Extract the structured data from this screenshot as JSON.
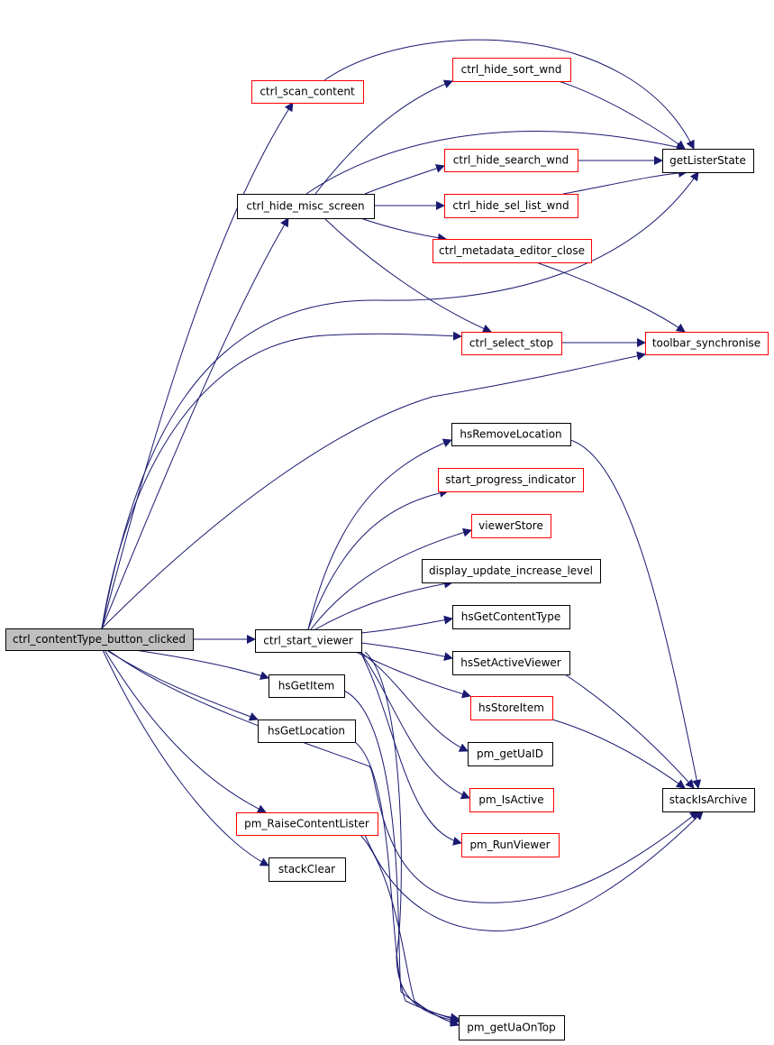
{
  "colors": {
    "edge": "#191970",
    "arrow": "#191970",
    "border_default": "#000000",
    "border_red": "#ff0000",
    "fill_root": "#bfbfbf",
    "fill_node": "#ffffff",
    "text": "#000000"
  },
  "nodes": [
    {
      "id": "root",
      "label": "ctrl_contentType_button_clicked",
      "border": "black",
      "root": true
    },
    {
      "id": "scan",
      "label": "ctrl_scan_content",
      "border": "red"
    },
    {
      "id": "misc",
      "label": "ctrl_hide_misc_screen",
      "border": "black"
    },
    {
      "id": "sortwnd",
      "label": "ctrl_hide_sort_wnd",
      "border": "red"
    },
    {
      "id": "searchwnd",
      "label": "ctrl_hide_search_wnd",
      "border": "red"
    },
    {
      "id": "sellist",
      "label": "ctrl_hide_sel_list_wnd",
      "border": "red"
    },
    {
      "id": "meta",
      "label": "ctrl_metadata_editor_close",
      "border": "red"
    },
    {
      "id": "getLister",
      "label": "getListerState",
      "border": "black"
    },
    {
      "id": "selstop",
      "label": "ctrl_select_stop",
      "border": "red"
    },
    {
      "id": "toolbar",
      "label": "toolbar_synchronise",
      "border": "red"
    },
    {
      "id": "hsRemove",
      "label": "hsRemoveLocation",
      "border": "black"
    },
    {
      "id": "progress",
      "label": "start_progress_indicator",
      "border": "red"
    },
    {
      "id": "viewerStore",
      "label": "viewerStore",
      "border": "red"
    },
    {
      "id": "display",
      "label": "display_update_increase_level",
      "border": "black"
    },
    {
      "id": "hsGetCT",
      "label": "hsGetContentType",
      "border": "black"
    },
    {
      "id": "startViewer",
      "label": "ctrl_start_viewer",
      "border": "black"
    },
    {
      "id": "hsSetActive",
      "label": "hsSetActiveViewer",
      "border": "black"
    },
    {
      "id": "hsGetItem",
      "label": "hsGetItem",
      "border": "black"
    },
    {
      "id": "hsStoreItem",
      "label": "hsStoreItem",
      "border": "red"
    },
    {
      "id": "hsGetLoc",
      "label": "hsGetLocation",
      "border": "black"
    },
    {
      "id": "pmGetUaID",
      "label": "pm_getUaID",
      "border": "black"
    },
    {
      "id": "pmIsActive",
      "label": "pm_IsActive",
      "border": "red"
    },
    {
      "id": "stackIsArchive",
      "label": "stackIsArchive",
      "border": "black"
    },
    {
      "id": "pmRaise",
      "label": "pm_RaiseContentLister",
      "border": "red"
    },
    {
      "id": "pmRunViewer",
      "label": "pm_RunViewer",
      "border": "red"
    },
    {
      "id": "stackClear",
      "label": "stackClear",
      "border": "black"
    },
    {
      "id": "pmGetUaOnTop",
      "label": "pm_getUaOnTop",
      "border": "black"
    }
  ],
  "edges": [
    {
      "from": "root",
      "to": "scan"
    },
    {
      "from": "root",
      "to": "misc"
    },
    {
      "from": "root",
      "to": "getLister"
    },
    {
      "from": "root",
      "to": "selstop"
    },
    {
      "from": "root",
      "to": "toolbar"
    },
    {
      "from": "root",
      "to": "startViewer"
    },
    {
      "from": "root",
      "to": "hsGetItem"
    },
    {
      "from": "root",
      "to": "hsGetLoc"
    },
    {
      "from": "root",
      "to": "pmRaise"
    },
    {
      "from": "root",
      "to": "stackClear"
    },
    {
      "from": "root",
      "to": "stackIsArchive"
    },
    {
      "from": "scan",
      "to": "getLister"
    },
    {
      "from": "misc",
      "to": "sortwnd"
    },
    {
      "from": "misc",
      "to": "getLister"
    },
    {
      "from": "misc",
      "to": "searchwnd"
    },
    {
      "from": "misc",
      "to": "sellist"
    },
    {
      "from": "misc",
      "to": "meta"
    },
    {
      "from": "misc",
      "to": "selstop"
    },
    {
      "from": "sortwnd",
      "to": "getLister"
    },
    {
      "from": "searchwnd",
      "to": "getLister"
    },
    {
      "from": "sellist",
      "to": "getLister"
    },
    {
      "from": "meta",
      "to": "toolbar"
    },
    {
      "from": "selstop",
      "to": "toolbar"
    },
    {
      "from": "startViewer",
      "to": "hsRemove"
    },
    {
      "from": "startViewer",
      "to": "progress"
    },
    {
      "from": "startViewer",
      "to": "viewerStore"
    },
    {
      "from": "startViewer",
      "to": "display"
    },
    {
      "from": "startViewer",
      "to": "hsGetCT"
    },
    {
      "from": "startViewer",
      "to": "hsSetActive"
    },
    {
      "from": "startViewer",
      "to": "hsStoreItem"
    },
    {
      "from": "startViewer",
      "to": "pmGetUaID"
    },
    {
      "from": "startViewer",
      "to": "pmIsActive"
    },
    {
      "from": "startViewer",
      "to": "pmRunViewer"
    },
    {
      "from": "startViewer",
      "to": "pmGetUaOnTop"
    },
    {
      "from": "hsRemove",
      "to": "stackIsArchive"
    },
    {
      "from": "hsSetActive",
      "to": "stackIsArchive"
    },
    {
      "from": "hsStoreItem",
      "to": "stackIsArchive"
    },
    {
      "from": "hsGetItem",
      "to": "pmGetUaOnTop"
    },
    {
      "from": "hsGetLoc",
      "to": "pmGetUaOnTop"
    },
    {
      "from": "pmRaise",
      "to": "stackIsArchive"
    },
    {
      "from": "pmRaise",
      "to": "pmGetUaOnTop"
    }
  ]
}
